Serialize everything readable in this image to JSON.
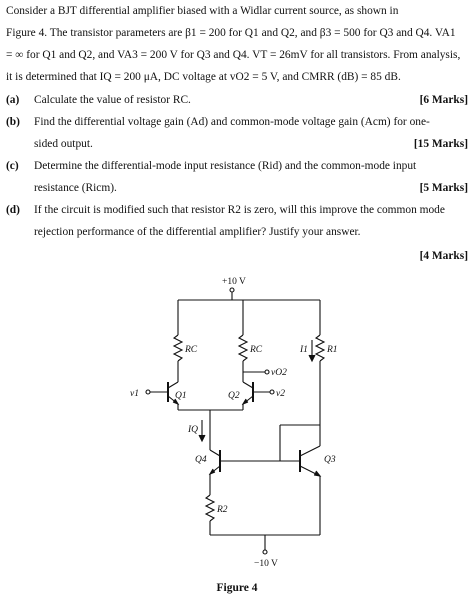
{
  "problem": {
    "line1": "Consider a BJT differential amplifier biased with a Widlar current source, as shown in",
    "line2": "Figure 4. The transistor parameters are β1 = 200 for Q1 and Q2, and β3 = 500 for Q3 and Q4. VA1",
    "line3": "= ∞ for Q1 and Q2, and VA3 = 200 V for Q3 and Q4. VT = 26mV for all transistors. From analysis,",
    "line4": "it is determined that IQ = 200 μA, DC voltage at vO2 = 5 V, and CMRR (dB) = 85 dB."
  },
  "parts": [
    {
      "label": "(a)",
      "line1": "Calculate the value of resistor RC.",
      "marks": "[6 Marks]"
    },
    {
      "label": "(b)",
      "line1": "Find the differential voltage gain (Ad) and common-mode voltage gain (Acm) for one-",
      "line2": "sided output.",
      "marks": "[15 Marks]"
    },
    {
      "label": "(c)",
      "line1": "Determine the differential-mode input resistance (Rid) and the common-mode input",
      "line2": "resistance (Ricm).",
      "marks": "[5 Marks]"
    },
    {
      "label": "(d)",
      "line1": "If the circuit is modified such that resistor R2 is zero, will this improve the common mode",
      "line2": "rejection performance of the differential amplifier? Justify your answer.",
      "marks": "[4 Marks]"
    }
  ],
  "circuit": {
    "vplus": "+10 V",
    "vminus": "−10 V",
    "rc_left": "RC",
    "rc_right": "RC",
    "r1": "R1",
    "r2": "R2",
    "i1": "I1",
    "iq": "IQ",
    "q1": "Q1",
    "q2": "Q2",
    "q3": "Q3",
    "q4": "Q4",
    "v1": "v1",
    "v2": "v2",
    "vo2": "vO2"
  },
  "figure_caption": "Figure 4"
}
